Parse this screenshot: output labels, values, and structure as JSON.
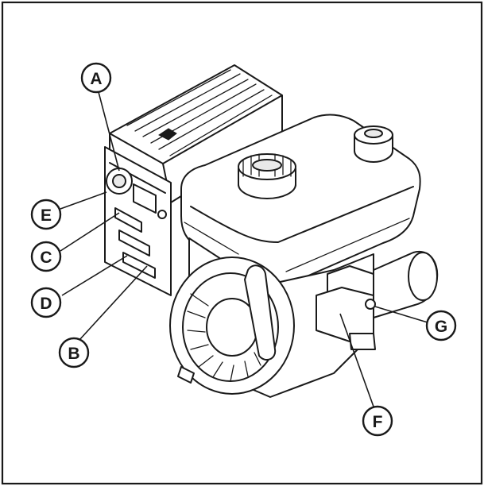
{
  "callouts": {
    "a": "A",
    "b": "B",
    "c": "C",
    "d": "D",
    "e": "E",
    "f": "F",
    "g": "G"
  }
}
